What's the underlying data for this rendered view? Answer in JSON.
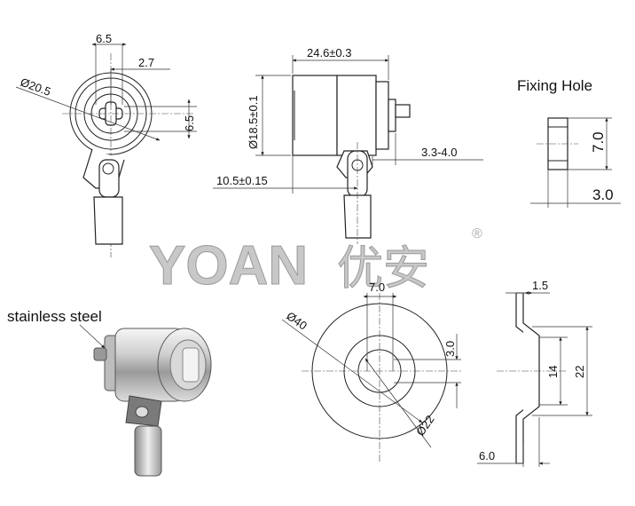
{
  "brand": {
    "name": "YOAN",
    "cjk": "优安",
    "mark": "®"
  },
  "top_left_view": {
    "dims": [
      "6.5",
      "2.7",
      "Ø20.5",
      "6.5"
    ]
  },
  "side_view": {
    "dims": [
      "24.6±0.3",
      "Ø18.5±0.1",
      "3.3-4.0",
      "10.5±0.15"
    ]
  },
  "fixing_hole": {
    "title": "Fixing Hole",
    "dims": [
      "7.0",
      "3.0"
    ]
  },
  "photo": {
    "label": "stainless steel"
  },
  "gear_view": {
    "dims": [
      "7.0",
      "Ø40",
      "3.0",
      "Ø22"
    ]
  },
  "bracket_view": {
    "dims": [
      "1.5",
      "14",
      "22",
      "6.0"
    ]
  },
  "colors": {
    "line": "#222222",
    "watermark": "#c8c8c8"
  }
}
